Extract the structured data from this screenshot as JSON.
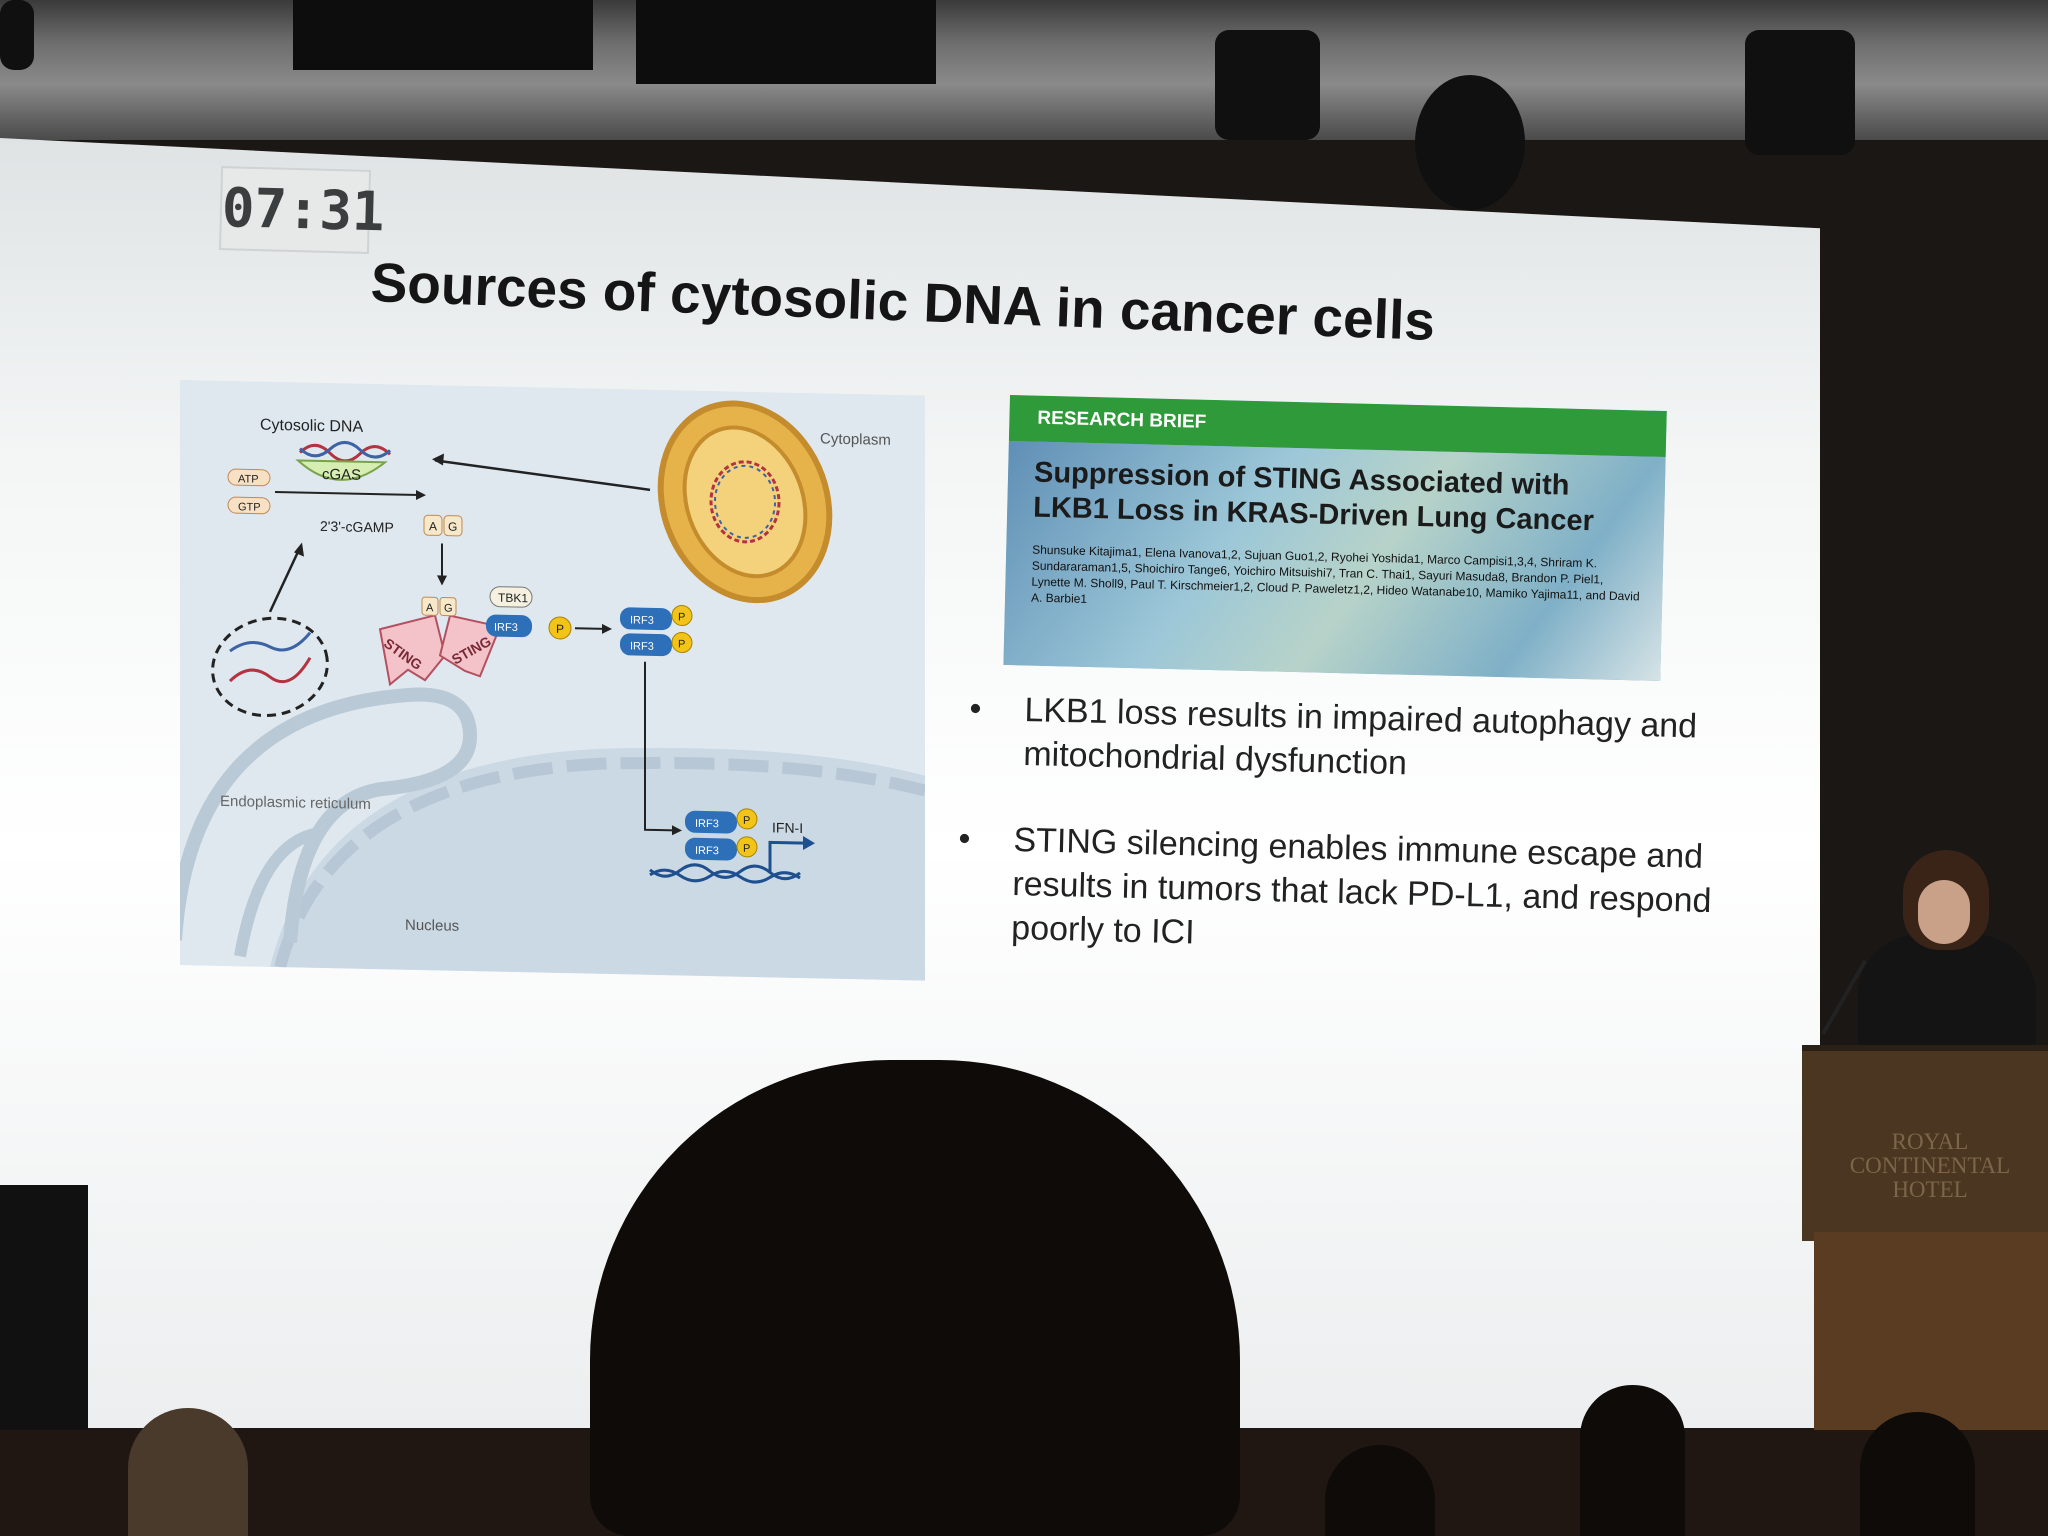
{
  "timer": "07:31",
  "slide": {
    "title": "Sources of cytosolic DNA in cancer cells",
    "diagram": {
      "cytosolic_dna": "Cytosolic DNA",
      "cgas": "cGAS",
      "atp": "ATP",
      "gtp": "GTP",
      "cgamp": "2'3'-cGAMP",
      "a": "A",
      "g": "G",
      "cytoplasm": "Cytoplasm",
      "tbk1": "TBK1",
      "sting": "STING",
      "irf3": "IRF3",
      "p": "P",
      "ifn": "IFN-I",
      "er": "Endoplasmic reticulum",
      "nucleus": "Nucleus"
    },
    "research_brief": {
      "label": "RESEARCH BRIEF",
      "title_line1": "Suppression of STING Associated with",
      "title_line2": "LKB1 Loss in KRAS-Driven Lung Cancer",
      "authors": "Shunsuke Kitajima1, Elena Ivanova1,2, Sujuan Guo1,2, Ryohei Yoshida1, Marco Campisi1,3,4, Shriram K. Sundararaman1,5, Shoichiro Tange6, Yoichiro Mitsuishi7, Tran C. Thai1, Sayuri Masuda8, Brandon P. Piel1, Lynette M. Sholl9, Paul T. Kirschmeier1,2, Cloud P. Paweletz1,2, Hideo Watanabe10, Mamiko Yajima11, and David A. Barbie1"
    },
    "bullets": [
      "LKB1 loss results in impaired autophagy and mitochondrial dysfunction",
      "STING silencing enables immune escape and results in tumors that lack PD-L1, and respond poorly to ICI"
    ],
    "bullet_symbol": "•"
  },
  "podium": {
    "line1": "ROYAL",
    "line2": "CONTINENTAL",
    "line3": "HOTEL"
  },
  "colors": {
    "brief_header": "#2f9a3a",
    "irf3": "#2d6fb8",
    "phospho": "#f2c318",
    "sting": "#e9a7b0",
    "mitochondrion": "#e6b24a"
  }
}
